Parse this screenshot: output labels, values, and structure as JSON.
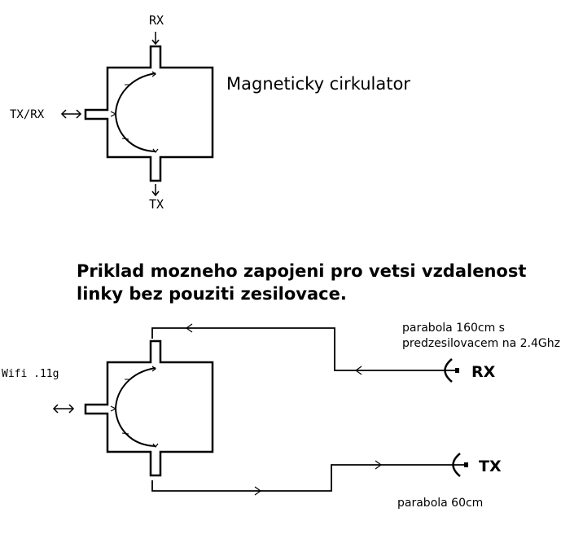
{
  "circulator": {
    "title": "Magneticky cirkulator",
    "port_rx": "RX",
    "port_txrx": "TX/RX",
    "port_tx": "TX"
  },
  "example": {
    "heading_line1": "Priklad mozneho zapojeni pro vetsi vzdalenost",
    "heading_line2": "linky bez pouziti zesilovace.",
    "wifi_label": "Wifi .11g",
    "rx_dish_line1": "parabola 160cm s",
    "rx_dish_line2": "predzesilovacem na 2.4Ghz",
    "rx_label": "RX",
    "tx_label": "TX",
    "tx_dish": "parabola 60cm"
  },
  "icons": {
    "bidirectional": "left-right-arrow",
    "dish": "parabolic-antenna-icon"
  }
}
